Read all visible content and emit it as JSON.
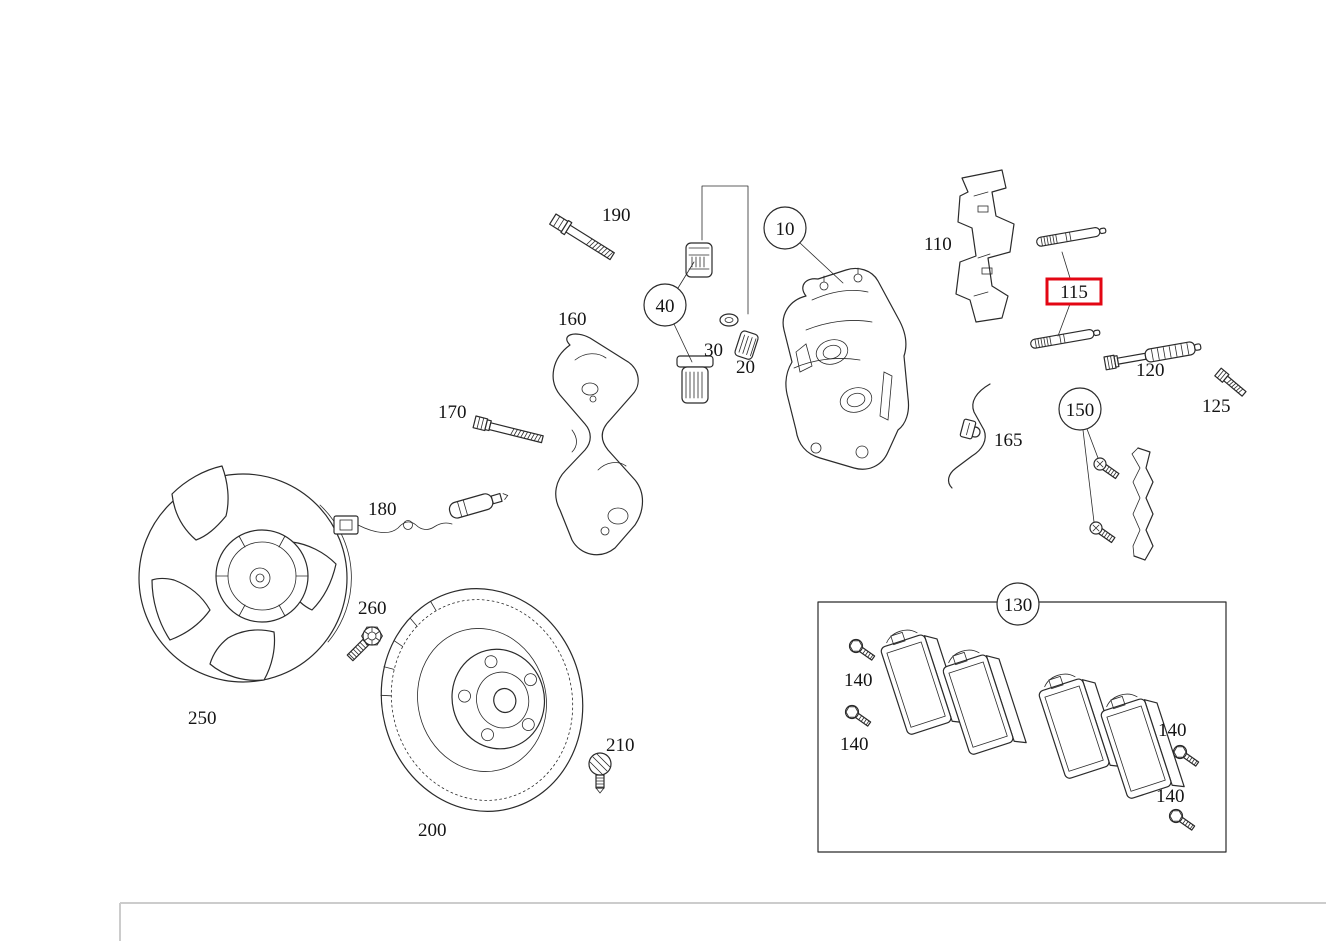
{
  "diagram": {
    "background": "#ffffff",
    "line_color": "#2b2b2b",
    "highlight_color": "#e30613",
    "highlighted_part": "115",
    "labels": {
      "n10": "10",
      "n20": "20",
      "n30": "30",
      "n40": "40",
      "n110": "110",
      "n115": "115",
      "n120": "120",
      "n125": "125",
      "n130": "130",
      "n140": "140",
      "n150": "150",
      "n160": "160",
      "n165": "165",
      "n170": "170",
      "n180": "180",
      "n190": "190",
      "n200": "200",
      "n210": "210",
      "n250": "250",
      "n260": "260"
    }
  }
}
